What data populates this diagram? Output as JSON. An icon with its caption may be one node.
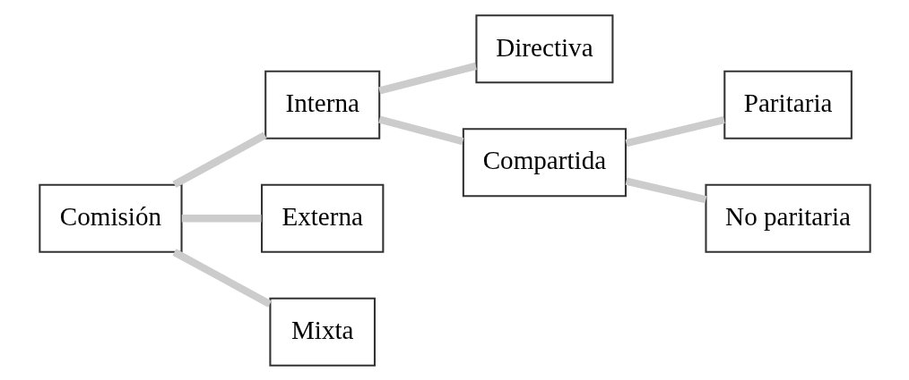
{
  "diagram": {
    "nodes": [
      {
        "text": [
          "Comisión"
        ]
      },
      {
        "text": [
          "Interna"
        ]
      },
      {
        "text": [
          "Externa"
        ]
      },
      {
        "text": [
          "Mixta"
        ]
      },
      {
        "text": [
          "Directiva"
        ]
      },
      {
        "text": [
          "Compartida"
        ]
      },
      {
        "text": [
          "Paritaria"
        ]
      },
      {
        "text": [
          "No paritaria"
        ]
      }
    ],
    "edges": [
      {
        "from": 0,
        "to": 1,
        "arrow": "none"
      },
      {
        "from": 0,
        "to": 2,
        "arrow": "none"
      },
      {
        "from": 0,
        "to": 3,
        "arrow": "none"
      },
      {
        "from": 1,
        "to": 4,
        "arrow": "none"
      },
      {
        "from": 1,
        "to": 5,
        "arrow": "none"
      },
      {
        "from": 5,
        "to": 6,
        "arrow": "none"
      },
      {
        "from": 5,
        "to": 7,
        "arrow": "none"
      }
    ]
  }
}
